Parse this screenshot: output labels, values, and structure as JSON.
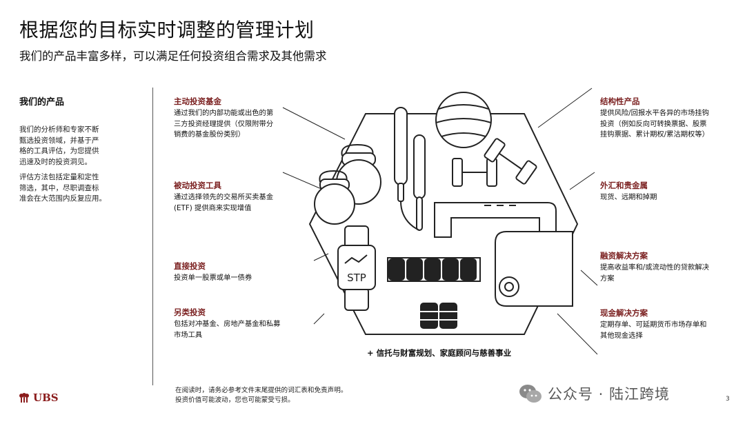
{
  "header": {
    "title": "根据您的目标实时调整的管理计划",
    "subtitle": "我们的产品丰富多样，可以满足任何投资组合需求及其他需求"
  },
  "left_panel": {
    "heading": "我们的产品",
    "paragraph1_lines": [
      "我们的分析师和专家不断",
      "甄选投资领域，并基于严",
      "格的工具评估，为您提供",
      "迅速及时的投资洞见。"
    ],
    "paragraph2_lines": [
      "评估方法包括定量和定性",
      "筛选，其中，尽职调查标",
      "准会在大范围内反复应用。"
    ]
  },
  "left_categories": [
    {
      "title": "主动投资基金",
      "desc_lines": [
        "通过我们的内部功能或出色的第",
        "三方投资经理提供（仅限附带分",
        "销费的基金股份类别）"
      ]
    },
    {
      "title": "被动投资工具",
      "desc_lines": [
        "通过选择领先的交易所买卖基金",
        "(ETF) 提供商来实现增值"
      ]
    },
    {
      "title": "直接投资",
      "desc_lines": [
        "投资单一股票或单一债券"
      ]
    },
    {
      "title": "另类投资",
      "desc_lines": [
        "包括对冲基金、房地产基金和私募",
        "市场工具"
      ]
    }
  ],
  "right_categories": [
    {
      "title": "结构性产品",
      "desc_lines": [
        "提供风险/回报水平各异的市场挂钩",
        "投资（例如反向可转换票据、股票",
        "挂钩票据、累计期权/累沽期权等）"
      ]
    },
    {
      "title": "外汇和贵金属",
      "desc_lines": [
        "现货、远期和掉期"
      ]
    },
    {
      "title": "融资解决方案",
      "desc_lines": [
        "提高收益率和/或流动性的贷款解决",
        "方案"
      ]
    },
    {
      "title": "现金解决方案",
      "desc_lines": [
        "定期存单、可延期货币市场存单和",
        "其他现金选择"
      ]
    }
  ],
  "diagram": {
    "watch_label": "STP",
    "icons": [
      "kettlebell-icon",
      "jump-rope-icon",
      "exercise-ball-icon",
      "dumbbell-icon",
      "bench-icon",
      "smartwatch-icon",
      "weight-plates-icon",
      "yoga-mat-icon"
    ]
  },
  "plus_note": "+ 信托与财富规划、家庭顾问与慈善事业",
  "footer": {
    "lines": [
      "在阅读时，请务必参考文件末尾提供的词汇表和免责声明。",
      "投资价值可能波动，您也可能蒙受亏损。"
    ],
    "logo_text": "UBS",
    "page_number": "3"
  },
  "watermark": {
    "text": "公众号 · 陆江跨境"
  },
  "colors": {
    "accent": "#7a1f1f",
    "brand": "#8b1c1c",
    "line": "#222222"
  }
}
